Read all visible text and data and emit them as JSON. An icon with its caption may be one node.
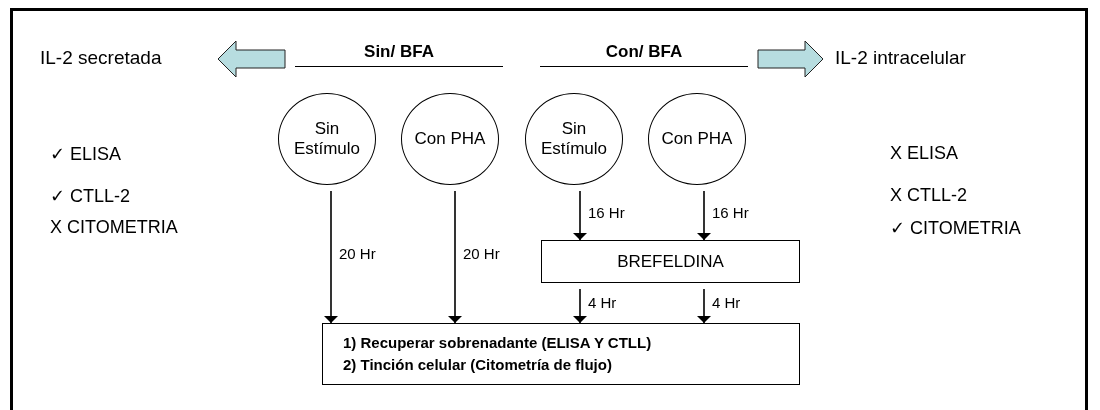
{
  "diagram": {
    "nodes": [
      {
        "text": [
          "IL-2 secretada"
        ]
      },
      {
        "text": [
          "Sin/ BFA"
        ]
      },
      {
        "text": [
          "Con/ BFA"
        ]
      },
      {
        "text": [
          "IL-2 intracelular"
        ]
      },
      {
        "text": [
          "Sin Estímulo"
        ]
      },
      {
        "text": [
          "Con PHA"
        ]
      },
      {
        "text": [
          "Sin Estímulo"
        ]
      },
      {
        "text": [
          "Con PHA"
        ]
      },
      {
        "text": [
          "BREFELDINA"
        ]
      },
      {
        "text": [
          "1) Recuperar sobrenadante (ELISA Y CTLL)",
          "2) Tinción celular (Citometría de flujo)"
        ]
      }
    ],
    "edges": [
      {
        "from": 1,
        "to": 0,
        "arrow": "to",
        "style": "thick",
        "color": "#b7dde0"
      },
      {
        "from": 2,
        "to": 3,
        "arrow": "to",
        "style": "thick",
        "color": "#b7dde0"
      },
      {
        "from": 4,
        "to": 9,
        "arrow": "to",
        "label": "20 Hr"
      },
      {
        "from": 5,
        "to": 9,
        "arrow": "to",
        "label": "20 Hr"
      },
      {
        "from": 6,
        "to": 8,
        "arrow": "to",
        "label": "16 Hr"
      },
      {
        "from": 7,
        "to": 8,
        "arrow": "to",
        "label": "16 Hr"
      },
      {
        "from": 8,
        "to": 9,
        "arrow": "to",
        "label": "4 Hr"
      },
      {
        "from": 8,
        "to": 9,
        "arrow": "to",
        "label": "4 Hr"
      }
    ],
    "labels": [
      "✓ ELISA",
      "✓ CTLL-2",
      "X CITOMETRIA",
      "X ELISA",
      "X CTLL-2",
      "✓ CITOMETRIA"
    ]
  }
}
